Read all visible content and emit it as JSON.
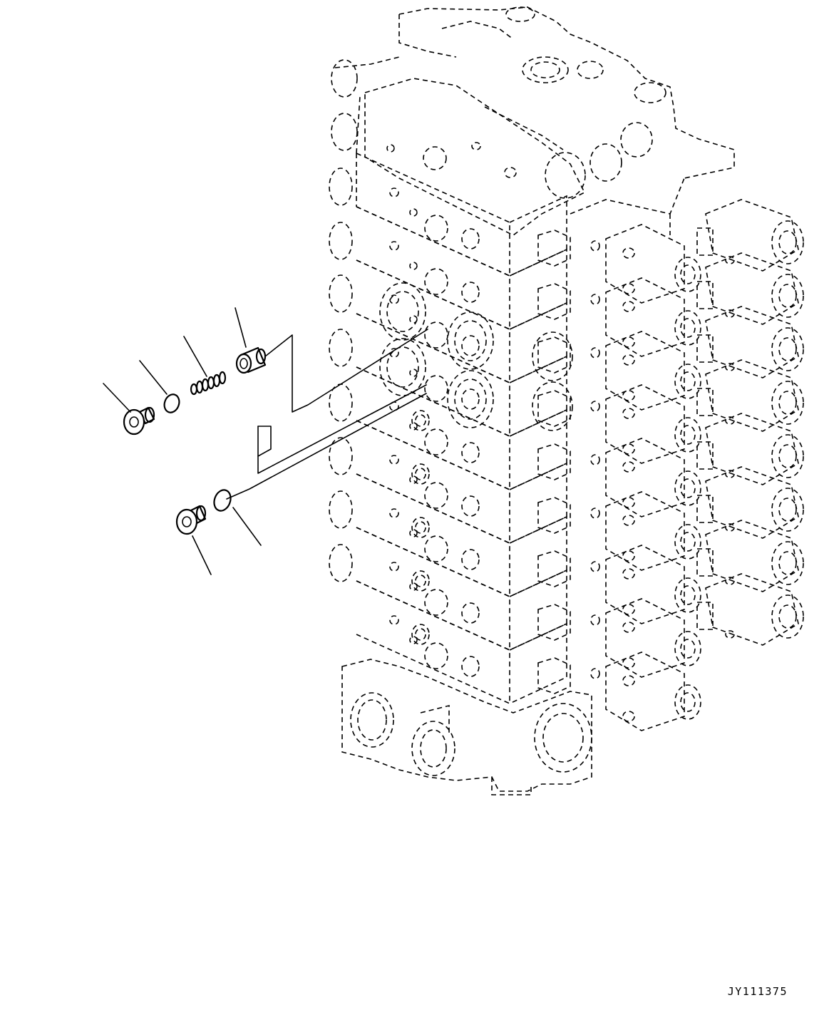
{
  "drawing": {
    "reference_code": "JY111375",
    "parts": [
      {
        "id": "plug-upper",
        "icon": "hex-socket-plug-icon"
      },
      {
        "id": "o-ring-upper",
        "icon": "o-ring-icon"
      },
      {
        "id": "spring",
        "icon": "coil-spring-icon"
      },
      {
        "id": "valve-spool",
        "icon": "spool-icon"
      },
      {
        "id": "plug-lower",
        "icon": "hex-socket-plug-icon"
      },
      {
        "id": "o-ring-lower",
        "icon": "o-ring-icon"
      }
    ],
    "assembly": "control-valve-block"
  }
}
